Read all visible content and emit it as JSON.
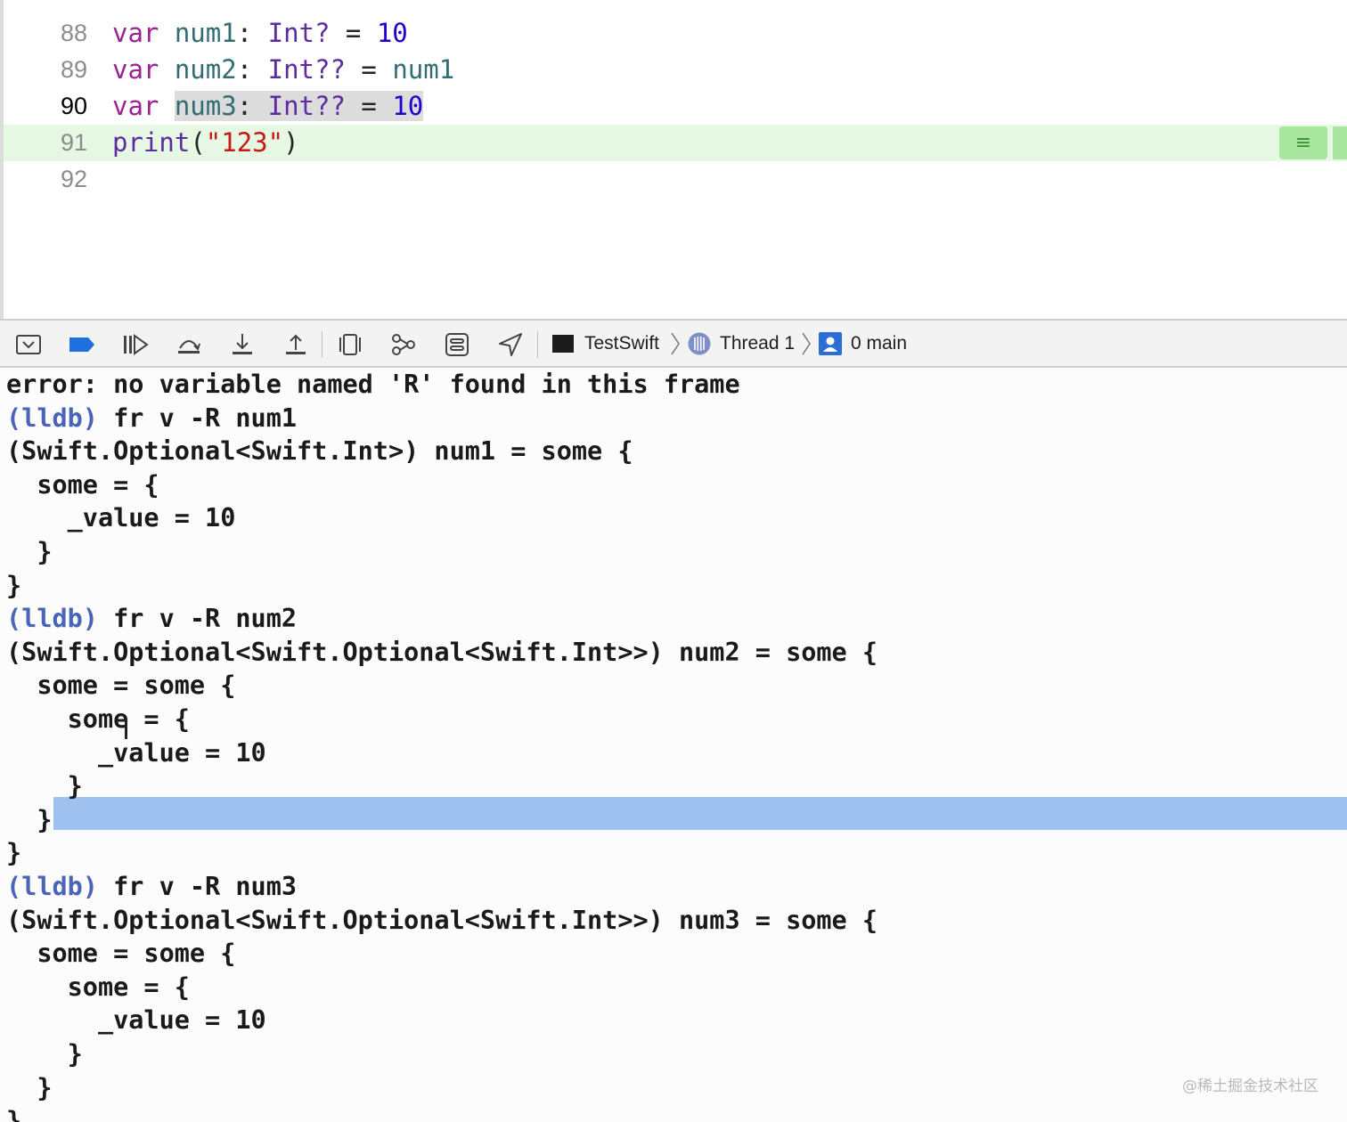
{
  "editor": {
    "lines": [
      {
        "number": "88",
        "parts": [
          {
            "text": "var ",
            "cls": "kw"
          },
          {
            "text": "num1",
            "cls": "id"
          },
          {
            "text": ": ",
            "cls": ""
          },
          {
            "text": "Int?",
            "cls": "ty"
          },
          {
            "text": " = ",
            "cls": ""
          },
          {
            "text": "10",
            "cls": "num"
          }
        ]
      },
      {
        "number": "89",
        "parts": [
          {
            "text": "var ",
            "cls": "kw"
          },
          {
            "text": "num2",
            "cls": "id"
          },
          {
            "text": ": ",
            "cls": ""
          },
          {
            "text": "Int??",
            "cls": "ty"
          },
          {
            "text": " = ",
            "cls": ""
          },
          {
            "text": "num1",
            "cls": "id"
          }
        ]
      },
      {
        "number": "90",
        "active": true,
        "parts": [
          {
            "text": "var ",
            "cls": "kw"
          },
          {
            "text": "num3",
            "cls": "id sel"
          },
          {
            "text": ": ",
            "cls": "sel"
          },
          {
            "text": "Int??",
            "cls": "ty sel"
          },
          {
            "text": " = ",
            "cls": "sel"
          },
          {
            "text": "10",
            "cls": "num sel"
          }
        ]
      },
      {
        "number": "91",
        "current": true,
        "parts": [
          {
            "text": "print",
            "cls": "ty"
          },
          {
            "text": "(",
            "cls": ""
          },
          {
            "text": "\"123\"",
            "cls": "str"
          },
          {
            "text": ")",
            "cls": ""
          }
        ]
      },
      {
        "number": "92",
        "parts": []
      }
    ]
  },
  "debug_bar": {
    "buttons": [
      "hide-debug-area-icon",
      "breakpoints-toggle-icon",
      "continue-icon",
      "step-over-icon",
      "step-into-icon",
      "step-out-icon",
      "view-hierarchy-icon",
      "memory-graph-icon",
      "environment-overrides-icon",
      "simulate-location-icon"
    ],
    "breadcrumb": {
      "target": "TestSwift",
      "thread": "Thread 1",
      "frame": "0 main"
    }
  },
  "console": {
    "lines": [
      {
        "text": "error: no variable named 'R' found in this frame"
      },
      {
        "prompt": "(lldb)",
        "text": " fr v -R num1"
      },
      {
        "text": "(Swift.Optional<Swift.Int>) num1 = some {"
      },
      {
        "text": "  some = {"
      },
      {
        "text": "    _value = 10"
      },
      {
        "text": "  }"
      },
      {
        "text": "}"
      },
      {
        "prompt": "(lldb)",
        "text": " fr v -R num2"
      },
      {
        "text": "(Swift.Optional<Swift.Optional<Swift.Int>>) num2 = some {"
      },
      {
        "text": "  some = some {"
      },
      {
        "text": "    some = {"
      },
      {
        "text": "      _value = 10"
      },
      {
        "text": "    }"
      },
      {
        "text": "  }"
      },
      {
        "text": "}"
      },
      {
        "prompt": "(lldb)",
        "text": " fr v -R num3"
      },
      {
        "text": "(Swift.Optional<Swift.Optional<Swift.Int>>) num3 = some {"
      },
      {
        "text": "  some = some {"
      },
      {
        "text": "    some = {"
      },
      {
        "text": "      _value = 10"
      },
      {
        "text": "    }"
      },
      {
        "text": "  }"
      },
      {
        "text": "}"
      }
    ],
    "watermark": "@稀土掘金技术社区"
  },
  "colors": {
    "keyword": "#9b2393",
    "identifier": "#326d74",
    "type": "#5d2c9e",
    "number": "#1c00cf",
    "string": "#c41a16",
    "prompt": "#4a64b8",
    "current_line": "#e6f7e4",
    "selection_band": "#9ec1f0"
  }
}
